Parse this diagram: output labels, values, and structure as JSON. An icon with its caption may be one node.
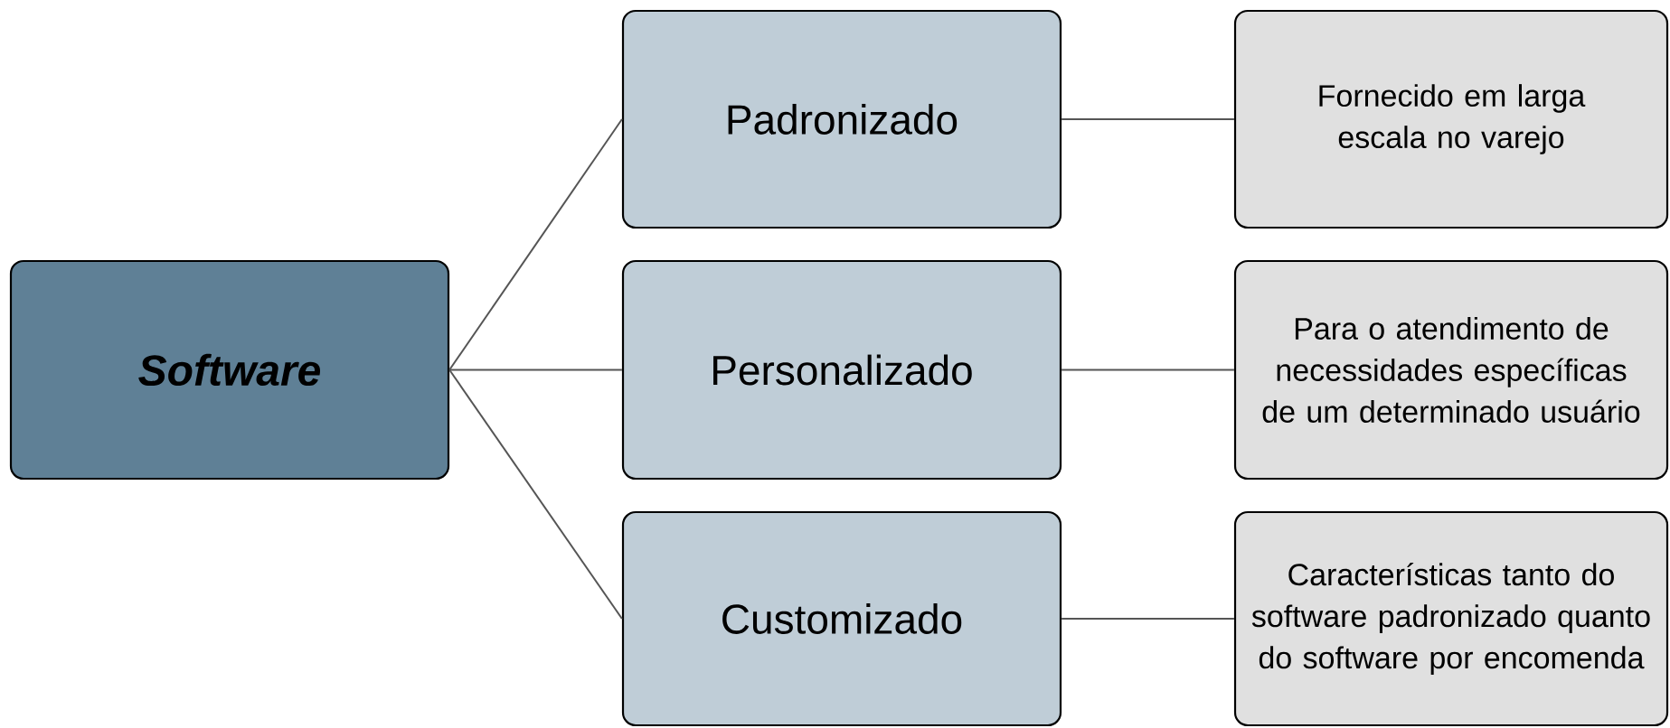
{
  "diagram": {
    "nodes": [
      {
        "text": [
          "Software"
        ]
      },
      {
        "text": [
          "Padronizado"
        ]
      },
      {
        "text": [
          "Personalizado"
        ]
      },
      {
        "text": [
          "Customizado"
        ]
      },
      {
        "text": [
          "Fornecido em larga escala no varejo"
        ]
      },
      {
        "text": [
          "Para o atendimento de necessidades específicas de um determinado usuário"
        ]
      },
      {
        "text": [
          "Características tanto do software padronizado quanto do software por encomenda"
        ]
      }
    ],
    "edges": [
      {
        "from": 0,
        "to": 1,
        "arrow": "none"
      },
      {
        "from": 0,
        "to": 2,
        "arrow": "none"
      },
      {
        "from": 0,
        "to": 3,
        "arrow": "none"
      },
      {
        "from": 1,
        "to": 4,
        "arrow": "none"
      },
      {
        "from": 2,
        "to": 5,
        "arrow": "none"
      },
      {
        "from": 3,
        "to": 6,
        "arrow": "none"
      }
    ]
  }
}
